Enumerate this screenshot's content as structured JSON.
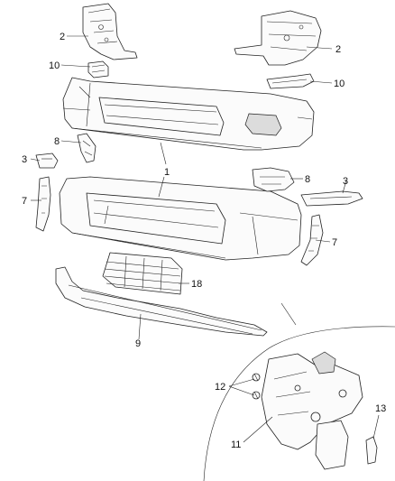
{
  "diagram": {
    "callouts": {
      "c1": "1",
      "c2_left": "2",
      "c2_right": "2",
      "c3_left": "3",
      "c3_right": "3",
      "c7_left": "7",
      "c7_right": "7",
      "c8_left": "8",
      "c8_right": "8",
      "c9": "9",
      "c10_left": "10",
      "c10_right": "10",
      "c11": "11",
      "c12": "12",
      "c13": "13",
      "c18": "18"
    }
  }
}
